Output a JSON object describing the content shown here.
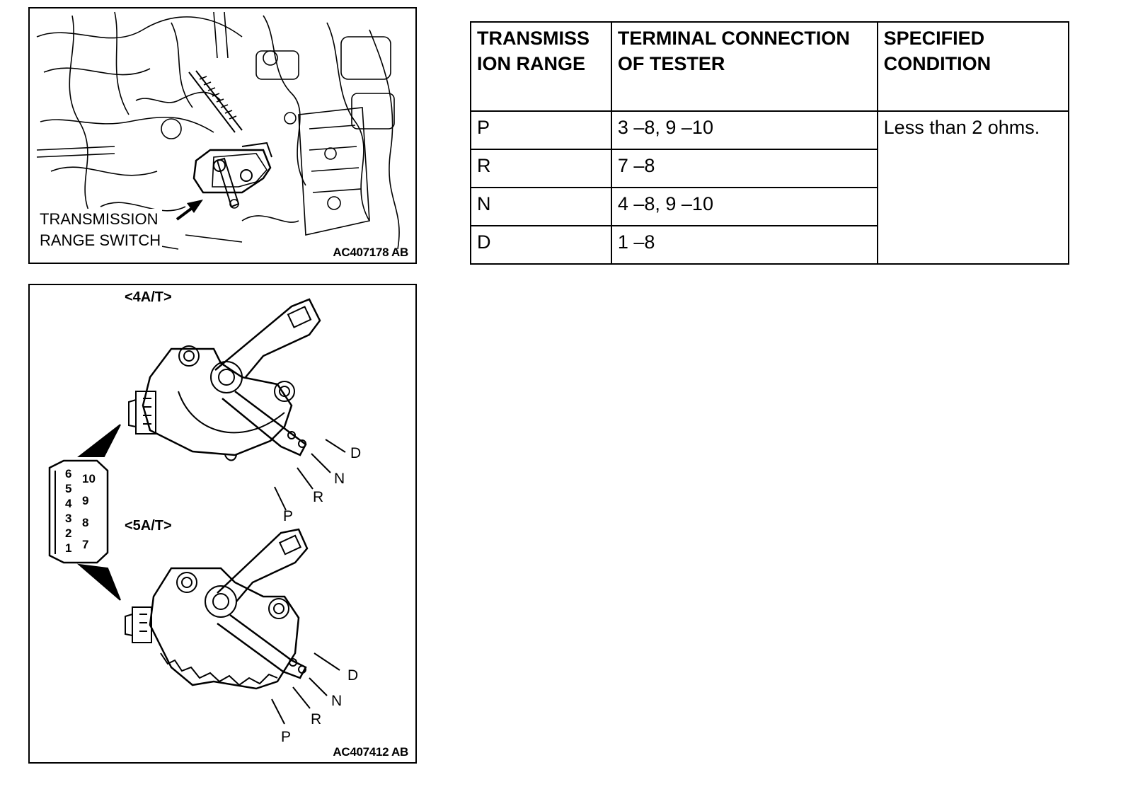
{
  "figure_top": {
    "label_lines": [
      "TRANSMISSION",
      "RANGE SWITCH"
    ],
    "code": "AC407178 AB"
  },
  "figure_bottom": {
    "variant_4at": "<4A/T>",
    "variant_5at": "<5A/T>",
    "positions": [
      "D",
      "N",
      "R",
      "P"
    ],
    "connector_pins_left": [
      "6",
      "5",
      "4",
      "3",
      "2",
      "1"
    ],
    "connector_pins_right": [
      "10",
      "9",
      "8",
      "7"
    ],
    "code": "AC407412 AB"
  },
  "table": {
    "headers": [
      "TRANSMISS ION RANGE",
      "TERMINAL CONNECTION OF TESTER",
      "SPECIFIED CONDITION"
    ],
    "rows": [
      {
        "range": "P",
        "terminal": "3 –8, 9 –10"
      },
      {
        "range": "R",
        "terminal": "7 –8"
      },
      {
        "range": "N",
        "terminal": "4 –8, 9 –10"
      },
      {
        "range": "D",
        "terminal": "1 –8"
      }
    ],
    "condition": "Less than 2 ohms."
  }
}
